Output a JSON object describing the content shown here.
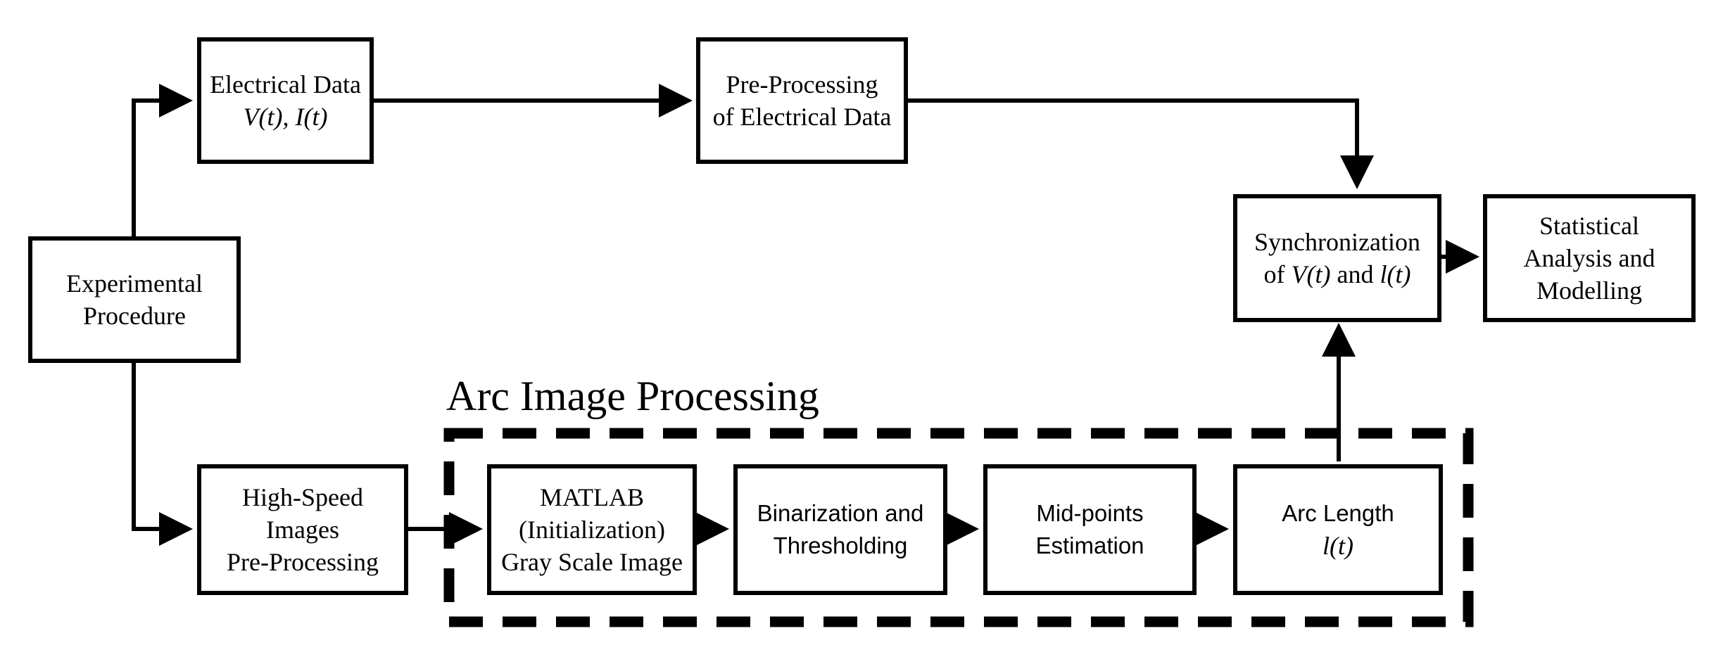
{
  "group_title": "Arc Image Processing",
  "nodes": {
    "experimental": {
      "line1": "Experimental",
      "line2": "Procedure"
    },
    "electrical": {
      "line1": "Electrical Data",
      "line2": "V(t), I(t)"
    },
    "preproc_electrical": {
      "line1": "Pre-Processing",
      "line2": "of Electrical Data"
    },
    "sync": {
      "line1": "Synchronization",
      "line2_prefix": "of ",
      "line2_v": "V(t)",
      "line2_mid": " and ",
      "line2_l": "l(t)"
    },
    "stats": {
      "line1": "Statistical",
      "line2": "Analysis and",
      "line3": "Modelling"
    },
    "highspeed": {
      "line1": "High-Speed",
      "line2": "Images",
      "line3": "Pre-Processing"
    },
    "matlab": {
      "line1": "MATLAB",
      "line2": "(Initialization)",
      "line3": "Gray Scale Image"
    },
    "binarization": {
      "line1": "Binarization and",
      "line2": "Thresholding"
    },
    "midpoints": {
      "line1": "Mid-points",
      "line2": "Estimation"
    },
    "arclength": {
      "line1": "Arc Length",
      "line2": "l(t)"
    }
  }
}
